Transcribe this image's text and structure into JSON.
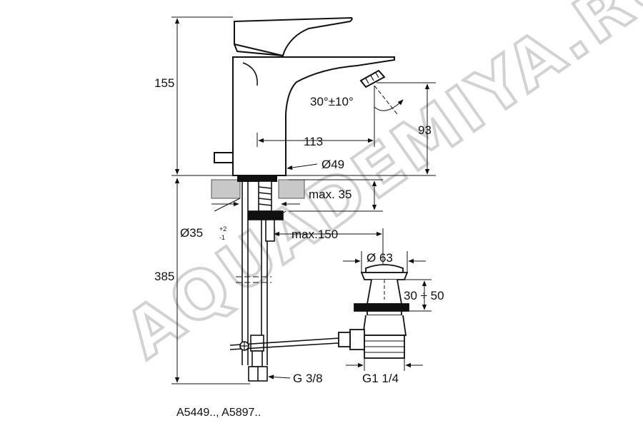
{
  "dimensions": {
    "total_height": "155",
    "spout_angle": "30°±10°",
    "spout_reach": "113",
    "outlet_height": "93",
    "body_diameter": "Ø49",
    "max_thickness": "max. 35",
    "hole_diameter": "Ø35",
    "hole_tolerance_upper": "+2",
    "hole_tolerance_lower": "-1",
    "max_distance": "max.150",
    "below_height": "385",
    "waste_diameter": "Ø 63",
    "waste_range": "30 ÷ 50",
    "supply_thread": "G 3/8",
    "waste_thread": "G1 1/4"
  },
  "model_numbers": "A5449.., A5897..",
  "watermark": "AQUADEMIYA.RU",
  "colors": {
    "line": "#111111",
    "counter": "#c8c8c8",
    "watermark": "#d2d2d2"
  }
}
